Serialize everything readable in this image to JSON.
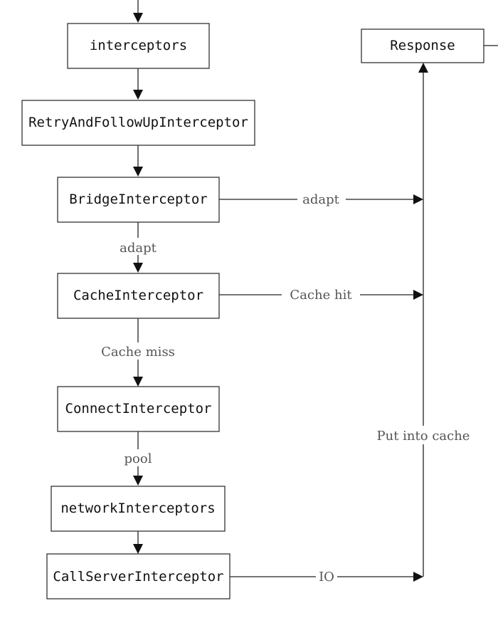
{
  "nodes": {
    "interceptors": "interceptors",
    "retry": "RetryAndFollowUpInterceptor",
    "bridge": "BridgeInterceptor",
    "cache": "CacheInterceptor",
    "connect": "ConnectInterceptor",
    "network": "networkInterceptors",
    "call_server": "CallServerInterceptor",
    "response": "Response"
  },
  "edge_labels": {
    "bridge_to_cache": "adapt",
    "bridge_to_response": "adapt",
    "cache_to_connect": "Cache miss",
    "cache_to_response": "Cache hit",
    "connect_to_network": "pool",
    "call_server_to_response": "IO",
    "put_into_cache": "Put into cache"
  }
}
